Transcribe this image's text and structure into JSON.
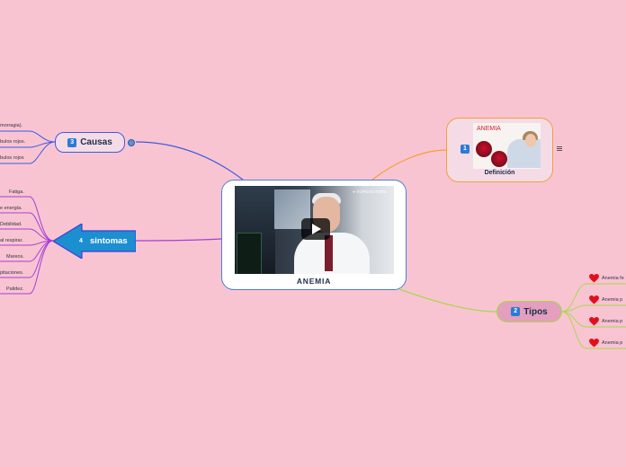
{
  "central": {
    "title": "ANEMIA",
    "video_logo": "⌖ TOPDOCTORS",
    "play_icon": "play-icon"
  },
  "causas": {
    "number": "3",
    "label": "Causas",
    "color": "#3f5ae0",
    "items": [
      "morragia).",
      "bulos rojos.",
      "bulos rojos"
    ]
  },
  "sintomas": {
    "number": "4",
    "label": "sintomas",
    "color": "#1c8fd0",
    "items": [
      "Fatiga.",
      "e energía.",
      "Debilidad.",
      "al respirar.",
      "Mareos.",
      "pitaciones.",
      "Palidez."
    ]
  },
  "tipos": {
    "number": "2",
    "label": "Tipos",
    "color": "#a8d84a",
    "items": [
      "Anemia fe",
      "Anemia p",
      "Anemia p",
      "Anemia p"
    ]
  },
  "definicion": {
    "number": "1",
    "label": "Definición",
    "image_title": "ANEMIA",
    "color": "#f2a033"
  }
}
